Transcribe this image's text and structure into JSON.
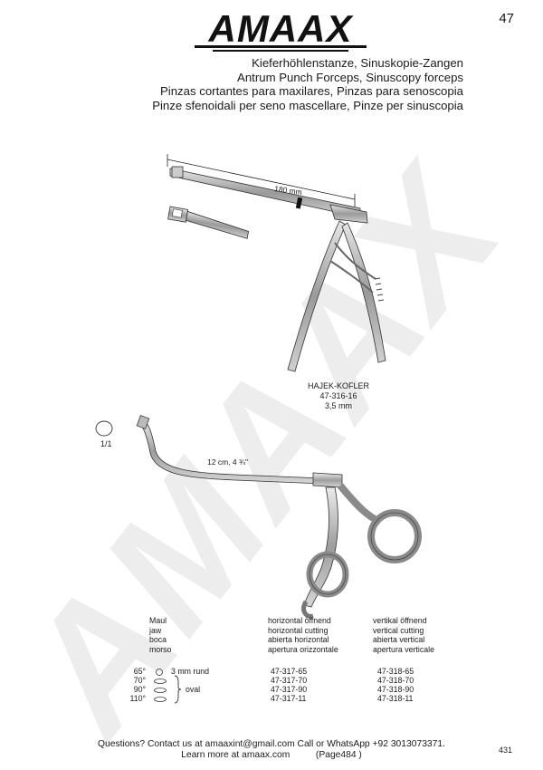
{
  "brand": {
    "logo_text": "AMAAX",
    "watermark_text": "AMAAX"
  },
  "header": {
    "page_number": "47",
    "titles": [
      "Kieferhöhlenstanze, Sinuskopie-Zangen",
      "Antrum Punch Forceps, Sinuscopy forceps",
      "Pinzas cortantes para maxilares, Pinzas para senoscopia",
      "Pinze sfenoidali per seno mascellare, Pinze per sinuscopia"
    ]
  },
  "product1": {
    "length": "180 mm",
    "name": "HAJEK-KOFLER",
    "code": "47-316-16",
    "size": "3,5 mm"
  },
  "product2": {
    "scale": "1/1",
    "length": "12 cm, 4 ¾\""
  },
  "spec_table": {
    "col0": [
      "Maul",
      "jaw",
      "boca",
      "morso"
    ],
    "col1": [
      "horizontal öffnend",
      "horizontal cutting",
      "abierta horizontal",
      "apertura orizzontale"
    ],
    "col2": [
      "vertikal öffnend",
      "vertical cutting",
      "abierta vertical",
      "apertura verticale"
    ],
    "rows": [
      {
        "angle": "65°",
        "shape": "round",
        "desc": "3 mm rund",
        "code_h": "47-317-65",
        "code_v": "47-318-65"
      },
      {
        "angle": "70°",
        "shape": "oval",
        "desc": "",
        "code_h": "47-317-70",
        "code_v": "47-318-70"
      },
      {
        "angle": "90°",
        "shape": "oval",
        "desc": "oval",
        "code_h": "47-317-90",
        "code_v": "47-318-90"
      },
      {
        "angle": "110°",
        "shape": "oval",
        "desc": "",
        "code_h": "47-317-11",
        "code_v": "47-318-11"
      }
    ]
  },
  "footer": {
    "line1": "Questions? Contact us at amaaxint@gmail.com Call or WhatsApp +92 3013073371.",
    "line2": "Learn more at amaax.com          (Page484 )",
    "page": "431"
  }
}
